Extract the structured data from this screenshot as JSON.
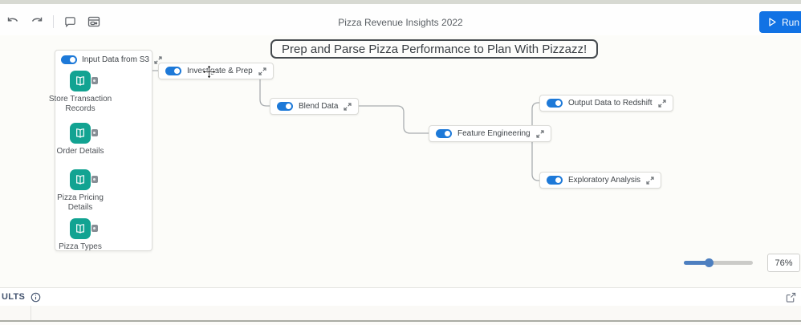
{
  "topbar": {
    "title": "Pizza Revenue Insights 2022",
    "run_button": "Run Jo"
  },
  "annotation": "Prep and Parse Pizza Performance to Plan With Pizzazz!",
  "flow": {
    "input_group": {
      "label": "Input Data from S3",
      "datasets": [
        {
          "label": "Store Transaction Records"
        },
        {
          "label": "Order Details"
        },
        {
          "label": "Pizza Pricing Details"
        },
        {
          "label": "Pizza Types"
        }
      ]
    },
    "nodes": [
      {
        "label": "Investigate & Prep"
      },
      {
        "label": "Blend Data"
      },
      {
        "label": "Feature Engineering"
      },
      {
        "label": "Output Data to Redshift"
      },
      {
        "label": "Exploratory Analysis"
      }
    ]
  },
  "zoom_control": {
    "level": "76%"
  },
  "results_bar": {
    "label": "ULTS"
  },
  "colors": {
    "toggle_blue": "#1d79d8",
    "dataset_teal": "#12a392",
    "run_button_blue": "#1172e4",
    "edge_gray": "#a9adb0",
    "top_strip": "#d7d9d2"
  }
}
